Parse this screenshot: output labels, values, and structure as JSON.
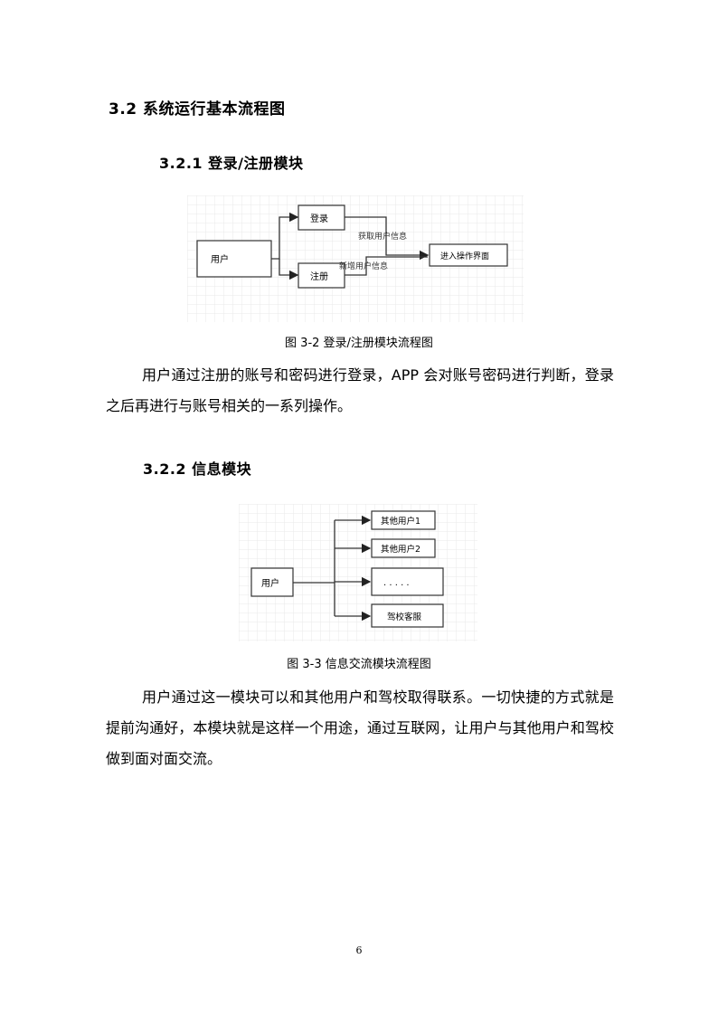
{
  "section": {
    "title": "3.2  系统运行基本流程图"
  },
  "subsection1": {
    "title": "3.2.1 登录/注册模块",
    "diagram": {
      "user": "用户",
      "login": "登录",
      "register": "注册",
      "get_info": "获取用户信息",
      "new_info": "新增用户信息",
      "enter": "进入操作界面"
    },
    "caption": "图 3-2  登录/注册模块流程图",
    "paragraph": "用户通过注册的账号和密码进行登录，APP 会对账号密码进行判断，登录之后再进行与账号相关的一系列操作。"
  },
  "subsection2": {
    "title": "3.2.2 信息模块",
    "diagram": {
      "user": "用户",
      "other1": "其他用户1",
      "other2": "其他用户2",
      "dots": ". . . . .",
      "service": "驾校客服"
    },
    "caption": "图 3-3  信息交流模块流程图",
    "paragraph": "用户通过这一模块可以和其他用户和驾校取得联系。一切快捷的方式就是提前沟通好，本模块就是这样一个用途，通过互联网，让用户与其他用户和驾校做到面对面交流。"
  },
  "page_number": "6"
}
